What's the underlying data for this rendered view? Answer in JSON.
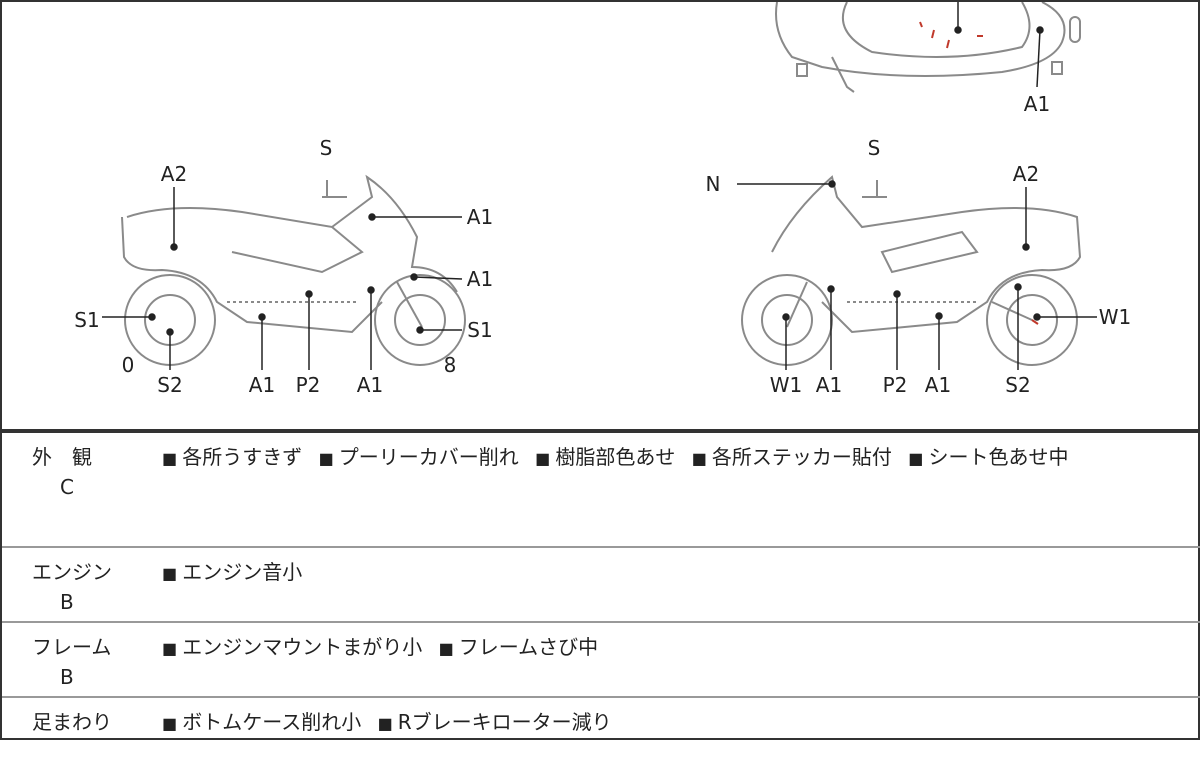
{
  "diagram": {
    "top_labels": [
      "A1"
    ],
    "left_labels": [
      "S",
      "A2",
      "A1",
      "A1",
      "S1",
      "S1",
      "0",
      "S2",
      "A1",
      "P2",
      "A1",
      "8"
    ],
    "right_labels": [
      "N",
      "S",
      "A2",
      "W1",
      "W1",
      "A1",
      "P2",
      "A1",
      "S2"
    ],
    "colors": {
      "outline": "#8a8a8a",
      "leader": "#222",
      "damage": "#c0392b"
    }
  },
  "rows": [
    {
      "category": "外　観",
      "grade": "C",
      "items": [
        "各所うすきず",
        "プーリーカバー削れ",
        "樹脂部色あせ",
        "各所ステッカー貼付",
        "シート色あせ中"
      ]
    },
    {
      "category": "エンジン",
      "grade": "B",
      "items": [
        "エンジン音小"
      ]
    },
    {
      "category": "フレーム",
      "grade": "B",
      "items": [
        "エンジンマウントまがり小",
        "フレームさび中"
      ]
    },
    {
      "category": "足まわり",
      "grade": "",
      "items": [
        "ボトムケース削れ小",
        "Rブレーキローター減り"
      ]
    }
  ]
}
